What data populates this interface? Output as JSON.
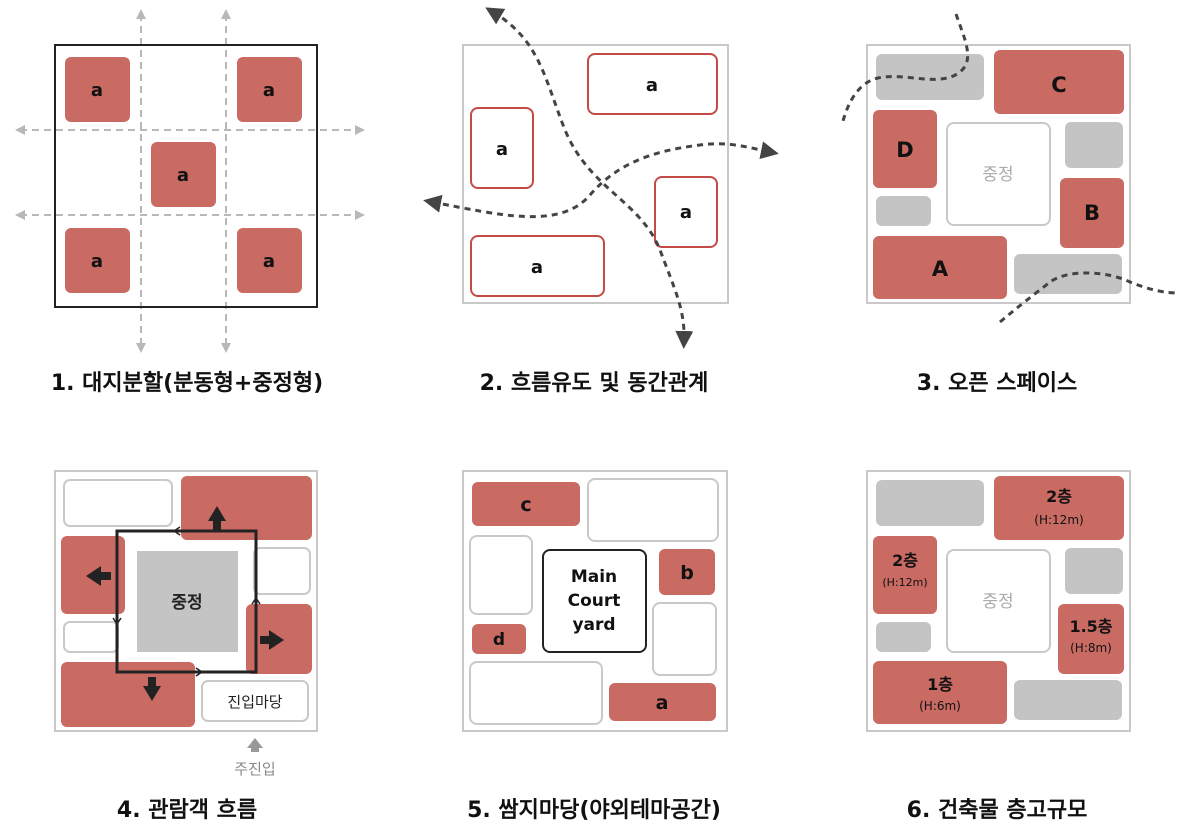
{
  "colors": {
    "red": "#c96a63",
    "red_border": "#c44a45",
    "gray": "#c4c4c4",
    "box_border": "#c9c9c9",
    "dash": "#444444",
    "guide": "#b8b8b8",
    "dark": "#222222"
  },
  "captions": {
    "d1": "1. 대지분할(분동형+중정형)",
    "d2": "2. 흐름유도 및 동간관계",
    "d3": "3. 오픈 스페이스",
    "d4": "4. 관람객 흐름",
    "d5": "5. 쌈지마당(야외테마공간)",
    "d6": "6. 건축물 층고규모"
  },
  "d1": {
    "block_label": "a"
  },
  "d2": {
    "block_label": "a"
  },
  "d3": {
    "a": "A",
    "b": "B",
    "c": "C",
    "d": "D",
    "court": "중정"
  },
  "d4": {
    "court": "중정",
    "entry_yard": "진입마당",
    "main_entry": "주진입"
  },
  "d5": {
    "a": "a",
    "b": "b",
    "c": "c",
    "d": "d",
    "court_1": "Main",
    "court_2": "Court",
    "court_3": "yard"
  },
  "d6": {
    "court": "중정",
    "top_right": "2층",
    "top_right_h": "(H:12m)",
    "left": "2층",
    "left_h": "(H:12m)",
    "right": "1.5층",
    "right_h": "(H:8m)",
    "bottom": "1층",
    "bottom_h": "(H:6m)"
  }
}
